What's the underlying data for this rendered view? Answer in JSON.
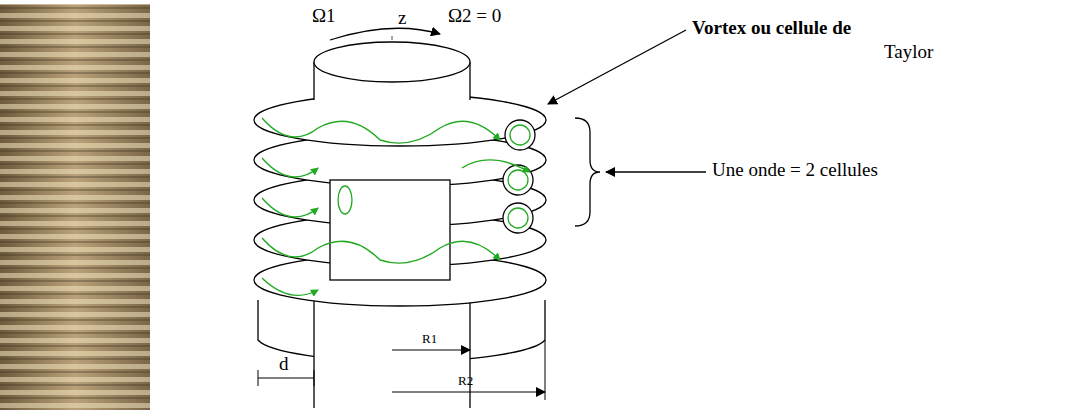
{
  "diagram": {
    "labels": [
      "Ω1",
      "z",
      "Ω2 = 0",
      "Vortex ou cellule de",
      "Taylor",
      "Une onde = 2 cellules",
      "d",
      "R1",
      "R2"
    ]
  }
}
